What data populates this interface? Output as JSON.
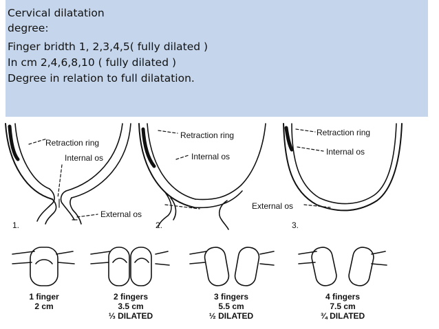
{
  "text_box": {
    "lines": [
      "Cervical dilatation",
      "degree:",
      "Finger bridth 1, 2,3,4,5( fully dilated )",
      "In cm 2,4,6,8,10 ( fully dilated )",
      "Degree in relation to full dilatation."
    ]
  },
  "cervix_labels": {
    "retraction_ring": "Retraction ring",
    "internal_os": "Internal os",
    "external_os": "External os",
    "panel_numbers": [
      "1.",
      "2.",
      "3."
    ]
  },
  "finger_captions": [
    {
      "fingers": "1 finger",
      "cm": "2 cm",
      "dilated": ""
    },
    {
      "fingers": "2 fingers",
      "cm": "3.5 cm",
      "dilated": "⅓ DILATED"
    },
    {
      "fingers": "3 fingers",
      "cm": "5.5 cm",
      "dilated": "½ DILATED"
    },
    {
      "fingers": "4 fingers",
      "cm": "7.5 cm",
      "dilated": "¾ DILATED"
    }
  ],
  "colors": {
    "text_box_bg": "#c5d6ec",
    "line_art": "#111111"
  }
}
